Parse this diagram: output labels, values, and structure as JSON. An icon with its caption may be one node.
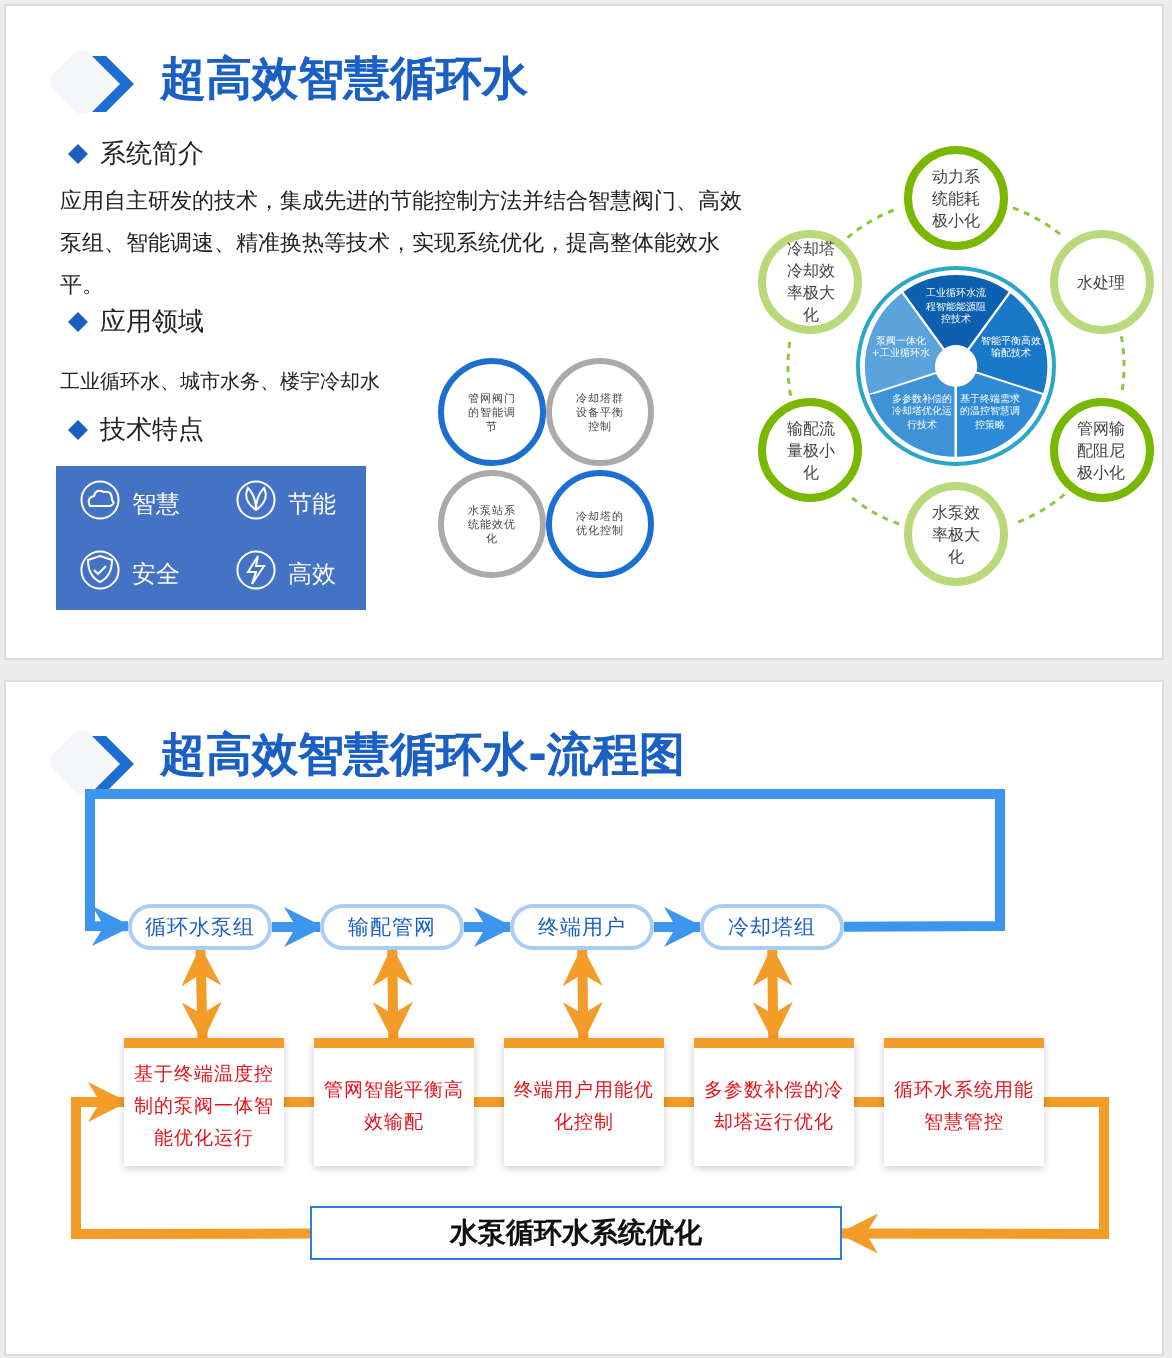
{
  "diagram": {
    "nodes": [
      {
        "text": [
          "管网阀门的智能调节"
        ]
      },
      {
        "text": [
          "冷却塔群设备平衡控制"
        ]
      },
      {
        "text": [
          "水泵站系统能效优化"
        ]
      },
      {
        "text": [
          "冷却塔的优化控制"
        ]
      },
      {
        "text": [
          "动力系统能耗极小化"
        ]
      },
      {
        "text": [
          "水处理"
        ]
      },
      {
        "text": [
          "管网输配阻尼极小化"
        ]
      },
      {
        "text": [
          "水泵效率极大化"
        ]
      },
      {
        "text": [
          "输配流量极小化"
        ]
      },
      {
        "text": [
          "冷却塔冷却效率极大化"
        ]
      },
      {
        "text": [
          "工业循环水流程智能能源阻控技术"
        ]
      },
      {
        "text": [
          "智能平衡高效输配技术"
        ]
      },
      {
        "text": [
          "基于终端需求的温控智慧调控策略"
        ]
      },
      {
        "text": [
          "多参数补偿的冷却塔优化运行技术"
        ]
      },
      {
        "text": [
          "泵阀一体化+工业循环水"
        ]
      },
      {
        "text": [
          "循环水泵组"
        ]
      },
      {
        "text": [
          "输配管网"
        ]
      },
      {
        "text": [
          "终端用户"
        ]
      },
      {
        "text": [
          "冷却塔组"
        ]
      },
      {
        "text": [
          "基于终端温度控制的泵阀一体智能优化运行"
        ]
      },
      {
        "text": [
          "管网智能平衡高效输配"
        ]
      },
      {
        "text": [
          "终端用户用能优化控制"
        ]
      },
      {
        "text": [
          "多参数补偿的冷却塔运行优化"
        ]
      },
      {
        "text": [
          "循环水系统用能智慧管控"
        ]
      },
      {
        "text": [
          "水泵循环水系统优化"
        ]
      }
    ],
    "edges": [
      {
        "from": 4,
        "to": 5,
        "arrow": "none",
        "style": "dashed",
        "color": "#8dc63f"
      },
      {
        "from": 5,
        "to": 6,
        "arrow": "none",
        "style": "dashed",
        "color": "#8dc63f"
      },
      {
        "from": 6,
        "to": 7,
        "arrow": "none",
        "style": "dashed",
        "color": "#8dc63f"
      },
      {
        "from": 7,
        "to": 8,
        "arrow": "none",
        "style": "dashed",
        "color": "#8dc63f"
      },
      {
        "from": 8,
        "to": 9,
        "arrow": "none",
        "style": "dashed",
        "color": "#8dc63f"
      },
      {
        "from": 9,
        "to": 4,
        "arrow": "none",
        "style": "dashed",
        "color": "#8dc63f"
      },
      {
        "from": 15,
        "to": 16,
        "arrow": "to",
        "color": "#3d95ee"
      },
      {
        "from": 16,
        "to": 17,
        "arrow": "to",
        "color": "#3d95ee"
      },
      {
        "from": 17,
        "to": 18,
        "arrow": "to",
        "color": "#3d95ee"
      },
      {
        "from": 18,
        "to": 15,
        "arrow": "to",
        "color": "#3d95ee"
      },
      {
        "from": 15,
        "to": 19,
        "arrow": "both"
      },
      {
        "from": 16,
        "to": 20,
        "arrow": "both"
      },
      {
        "from": 17,
        "to": 21,
        "arrow": "both"
      },
      {
        "from": 18,
        "to": 22,
        "arrow": "both"
      },
      {
        "from": 19,
        "to": 20,
        "arrow": "none"
      },
      {
        "from": 20,
        "to": 21,
        "arrow": "none"
      },
      {
        "from": 21,
        "to": 22,
        "arrow": "none"
      },
      {
        "from": 22,
        "to": 23,
        "arrow": "none"
      },
      {
        "from": 23,
        "to": 24,
        "arrow": "to"
      },
      {
        "from": 24,
        "to": 19,
        "arrow": "to"
      }
    ],
    "labels": [
      "超高效智慧循环水",
      "系统简介",
      "应用自主研发的技术，集成先进的节能控制方法并结合智慧阀门、高效泵组、智能调速、精准换热等技术，实现系统优化，提高整体能效水平。",
      "应用领域",
      "工业循环水、城市水务、楼宇冷却水",
      "技术特点",
      "智慧",
      "节能",
      "安全",
      "高效",
      "超高效智慧循环水-流程图"
    ]
  }
}
